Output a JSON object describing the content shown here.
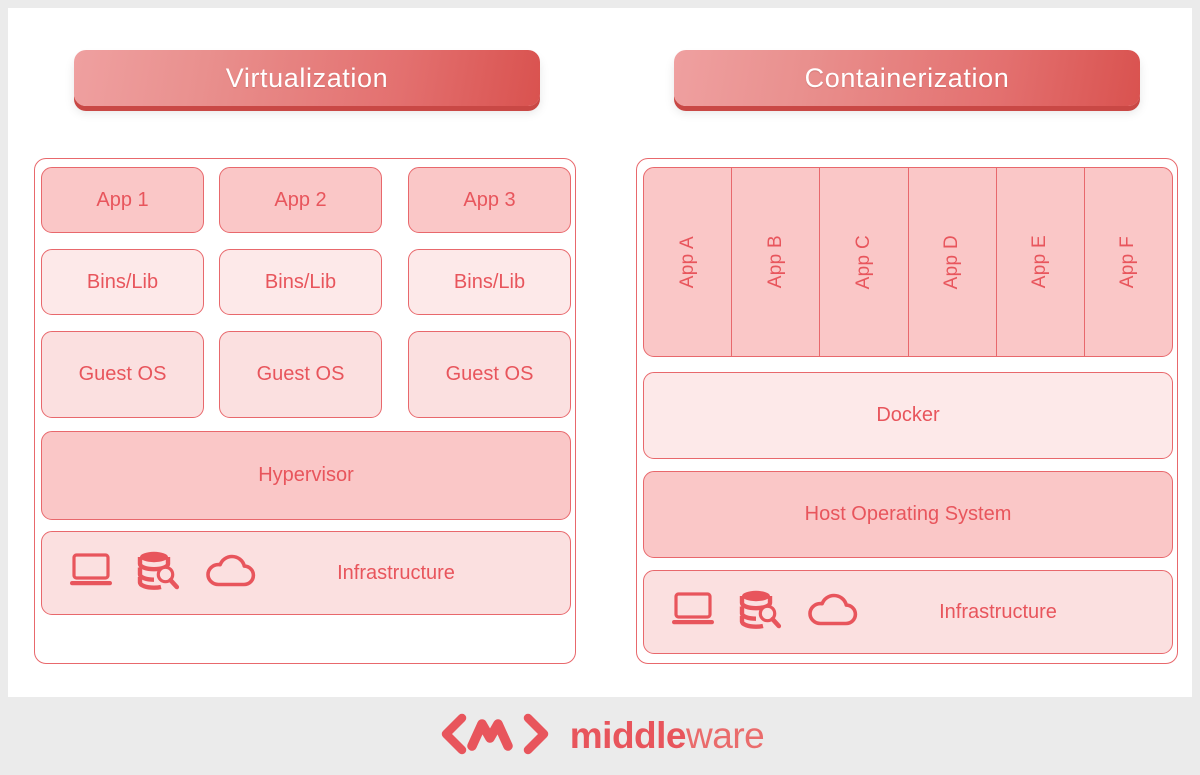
{
  "theme": {
    "page_background": "#ebebeb",
    "card_background": "#ffffff",
    "accent": "#e8555c",
    "border": "#e8686c",
    "fill_dark": "#fac7c7",
    "fill_light": "#fbe0e0",
    "fill_pale": "#fde9e9",
    "header_gradient_from": "#efa0a0",
    "header_gradient_to": "#d9524f"
  },
  "headers": {
    "left": "Virtualization",
    "right": "Containerization"
  },
  "left_stack": {
    "apps": [
      "App 1",
      "App 2",
      "App 3"
    ],
    "bins": [
      "Bins/Lib",
      "Bins/Lib",
      "Bins/Lib"
    ],
    "guest_os": [
      "Guest OS",
      "Guest OS",
      "Guest OS"
    ],
    "hypervisor": "Hypervisor",
    "infrastructure": "Infrastructure"
  },
  "right_stack": {
    "apps": [
      "App A",
      "App B",
      "App C",
      "App D",
      "App E",
      "App F"
    ],
    "docker": "Docker",
    "host_os": "Host Operating System",
    "infrastructure": "Infrastructure"
  },
  "icons": {
    "laptop": "laptop-icon",
    "database_search": "database-search-icon",
    "cloud": "cloud-icon",
    "logo_mark": "middleware-chevron-logo-icon"
  },
  "footer": {
    "brand_bold": "middle",
    "brand_thin": "ware"
  }
}
